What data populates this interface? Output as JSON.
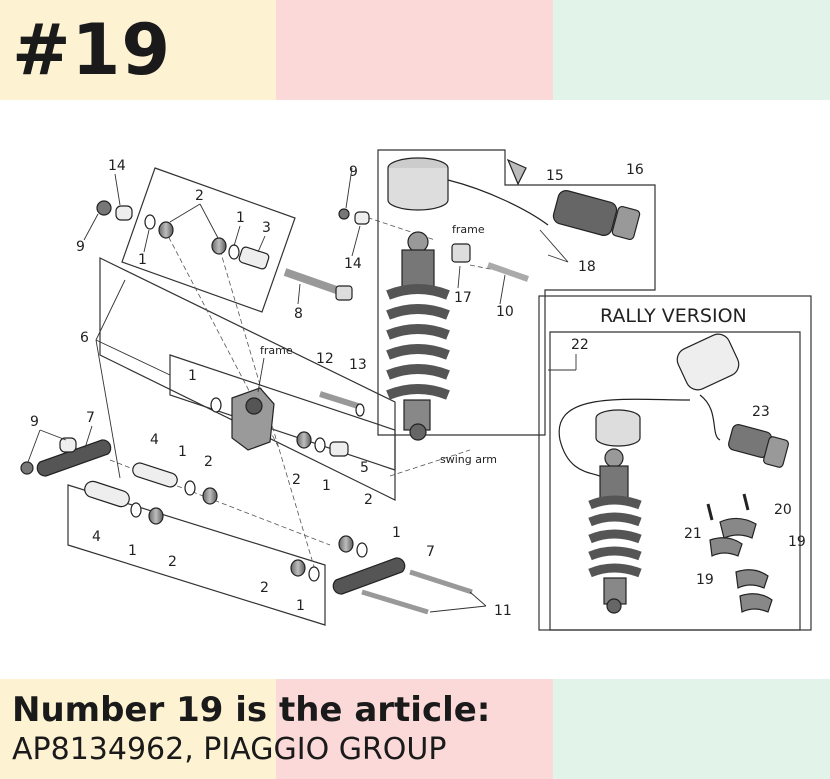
{
  "header": {
    "title": "#19"
  },
  "caption": {
    "line1": "Number 19 is the article:",
    "line2": "AP8134962, PIAGGIO GROUP"
  },
  "diagram": {
    "rally_label": "RALLY VERSION",
    "frame_label": "frame",
    "swing_arm_label": "swing arm",
    "part_numbers": [
      "1",
      "2",
      "3",
      "4",
      "5",
      "6",
      "7",
      "8",
      "9",
      "10",
      "11",
      "12",
      "13",
      "14",
      "15",
      "16",
      "17",
      "18",
      "19",
      "20",
      "21",
      "22",
      "23"
    ]
  },
  "colors": {
    "band_yellow": "#fdf3d3",
    "band_pink": "#fbd9d9",
    "band_green": "#e2f3ea",
    "text": "#1a1a1a"
  }
}
